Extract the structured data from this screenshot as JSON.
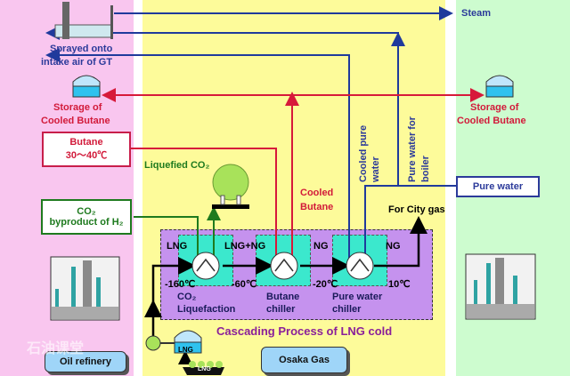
{
  "labels": {
    "steam": "Steam",
    "sprayed_line1": "Sprayed onto",
    "sprayed_line2": "intake air of GT",
    "storage_left_line1": "Storage of",
    "storage_left_line2": "Cooled Butane",
    "storage_right_line1": "Storage of",
    "storage_right_line2": "Cooled Butane",
    "butane_box_line1": "Butane",
    "butane_box_line2": "30～40℃",
    "co2_box_line1": "CO₂",
    "co2_box_line2": "byproduct of H₂",
    "liquefied_co2": "Liquefied CO₂",
    "cooled_butane_line1": "Cooled",
    "cooled_butane_line2": "Butane",
    "cooled_pure_water_line1": "Cooled pure",
    "cooled_pure_water_line2": "water",
    "pure_water_boiler_line1": "Pure water for",
    "pure_water_boiler_line2": "boiler",
    "pure_water_box": "Pure water",
    "for_city_gas": "For City gas",
    "process_title": "Cascading Process of LNG cold",
    "oil_refinery": "Oil refinery",
    "osaka_gas": "Osaka Gas",
    "lng_tank": "LNG",
    "lng_ship": "LNG",
    "watermark": "石油课堂"
  },
  "stages": [
    {
      "stream": "LNG",
      "temp": "-160℃",
      "name_line1": "CO₂",
      "name_line2": "Liquefaction"
    },
    {
      "stream": "LNG+NG",
      "temp": "-60℃",
      "name_line1": "Butane",
      "name_line2": "chiller"
    },
    {
      "stream": "NG",
      "temp": "-20℃",
      "name_line1": "Pure water",
      "name_line2": "chiller"
    },
    {
      "stream": "NG",
      "temp": "10℃"
    }
  ],
  "colors": {
    "left_zone": "#f9c6ef",
    "mid_zone": "#fdfb9a",
    "right_zone": "#cdfccf",
    "blue_line": "#1f3a9c",
    "red_line": "#d7193a",
    "green_line": "#1e7a1e",
    "process_bg": "#c592ee",
    "exchanger_bg": "#3be8cd"
  }
}
